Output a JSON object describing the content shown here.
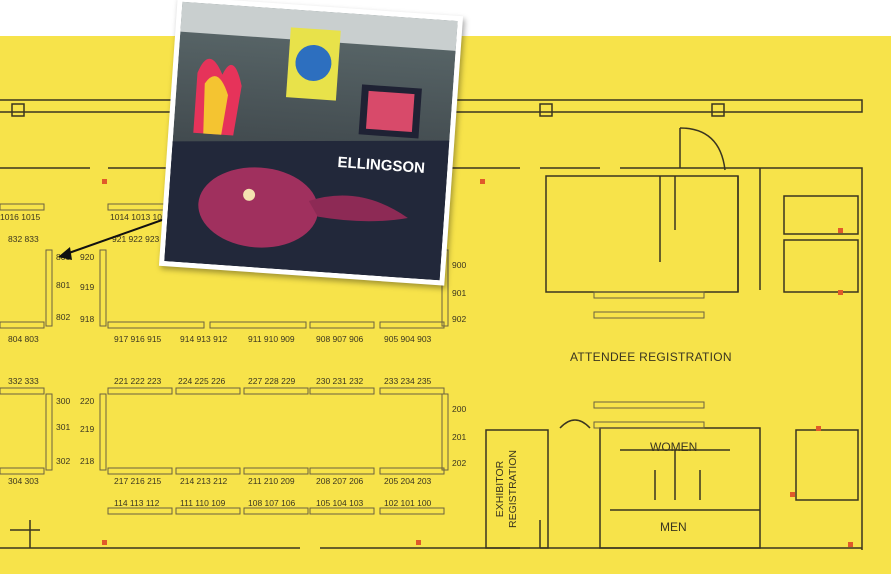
{
  "colors": {
    "floor": "#f7e34a",
    "line": "#3a3520",
    "booth": "#6b6240",
    "exit": "#e05a2a"
  },
  "rooms": {
    "attendee_registration": "ATTENDEE REGISTRATION",
    "exhibitor_registration_1": "EXHIBITOR",
    "exhibitor_registration_2": "REGISTRATION",
    "women": "WOMEN",
    "men": "MEN"
  },
  "photo": {
    "banner": "ELLINGSON"
  },
  "booths": {
    "top_left_pair": "1016 1015",
    "r1a": "832 833",
    "r1b": "921 922 923 92",
    "r1c": "1014 1013 1012 10",
    "left_col_800": [
      "800",
      "801",
      "802"
    ],
    "col_920": [
      "920",
      "919",
      "918"
    ],
    "col_900": [
      "900",
      "901",
      "902"
    ],
    "r2a": "804 803",
    "r2b": "917 916 915",
    "r2c": "914 913 912",
    "r2d": "911 910 909",
    "r2e": "908 907 906",
    "r2f": "905 904 903",
    "r3a": "332 333",
    "r3b": "221 222 223",
    "r3c": "224 225 226",
    "r3d": "227 228 229",
    "r3e": "230 231 232",
    "r3f": "233 234 235",
    "left_col_300": [
      "300",
      "301",
      "302"
    ],
    "col_220": [
      "220",
      "219",
      "218"
    ],
    "col_200": [
      "200",
      "201",
      "202"
    ],
    "r4a": "304 303",
    "r4b": "217 216 215",
    "r4c": "214 213 212",
    "r4d": "211 210 209",
    "r4e": "208 207 206",
    "r4f": "205 204 203",
    "r5a": "114 113 112",
    "r5b": "111 110 109",
    "r5c": "108 107 106",
    "r5d": "105 104 103",
    "r5e": "102 101 100"
  }
}
